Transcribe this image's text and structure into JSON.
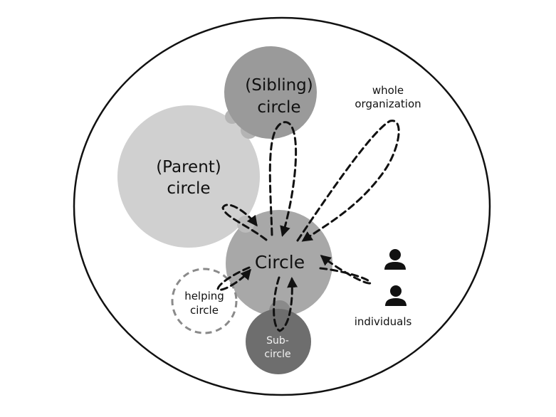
{
  "labels": {
    "sibling_line1": "(Sibling)",
    "sibling_line2": "circle",
    "parent_line1": "(Parent)",
    "parent_line2": "circle",
    "circle": "Circle",
    "helping_line1": "helping",
    "helping_line2": "circle",
    "subcircle_line1": "Sub-",
    "subcircle_line2": "circle",
    "whole_line1": "whole",
    "whole_line2": "organization",
    "individuals": "individuals"
  },
  "colors": {
    "outer_stroke": "#111111",
    "parent_fill": "#d0d0d0",
    "sibling_fill": "#9a9a9a",
    "circle_fill": "#a8a8a8",
    "subcircle_fill": "#6e6e6e",
    "helping_stroke": "#8a8a8a",
    "arrow": "#111111",
    "person_icon": "#111111"
  }
}
